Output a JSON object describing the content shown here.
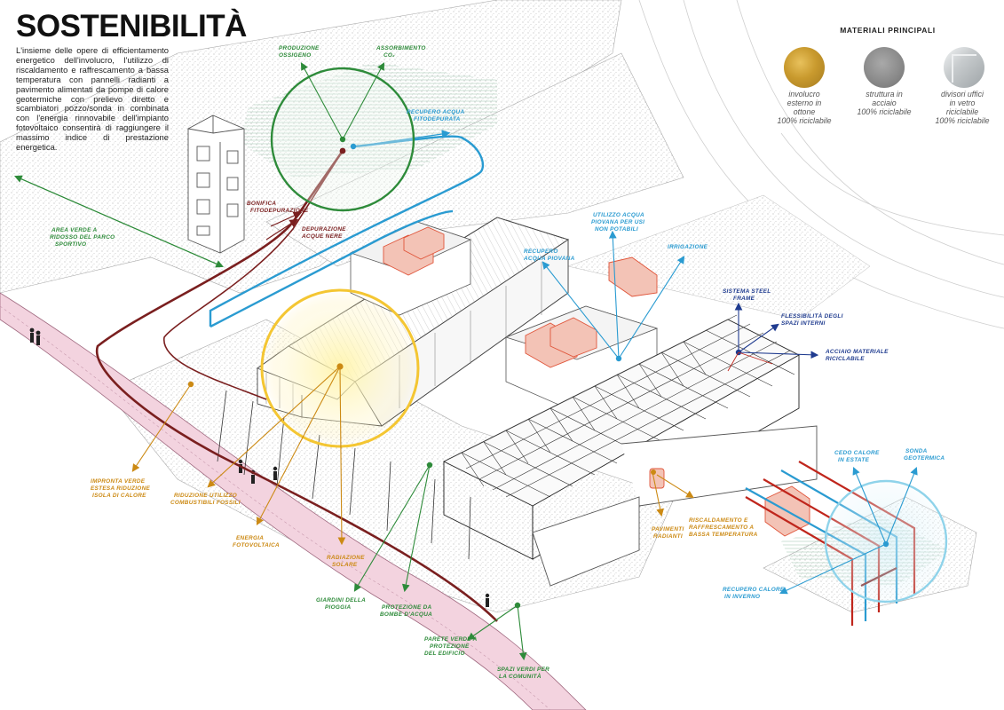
{
  "title": "SOSTENIBILITÀ",
  "intro": "L'insieme delle opere di efficientamento energetico dell'involucro, l'utilizzo di riscaldamento e raffrescamento a bassa temperatura con pannelli radianti a pavimento alimentati da pompe di calore geotermiche con prelievo diretto e scambiatori pozzo/sonda in combinata con l'energia rinnovabile dell'impianto fotovoltaico consentirà di raggiungere il massimo indice di prestazione energetica.",
  "materials": {
    "title": "MATERIALI PRINCIPALI",
    "items": [
      {
        "line1": "involucro",
        "line2": "esterno in",
        "line3": "ottone",
        "line4": "100% riciclabile"
      },
      {
        "line1": "struttura in",
        "line2": "acciaio",
        "line3": "100% riciclabile",
        "line4": ""
      },
      {
        "line1": "divisori uffici",
        "line2": "in vetro",
        "line3": "riciclabile",
        "line4": "100% riciclabile"
      }
    ]
  },
  "colors": {
    "green": "#2e8b3a",
    "orange": "#cc8a14",
    "blue": "#2a9bd1",
    "dark_red": "#7a1f1f",
    "red": "#c0261c",
    "navy": "#1f3b8f",
    "pink_road": "#f3d3df",
    "vehicle": "#e0553a"
  },
  "labels": {
    "produzione": [
      "PRODUZIONE",
      "OSSIGENO"
    ],
    "assorbimento": [
      "ASSORBIMENTO",
      "CO₂"
    ],
    "recupero_fito": [
      "RECUPERO ACQUA",
      "FITODEPURATA"
    ],
    "bonifica": [
      "BONIFICA",
      "FITODEPURAZIONE"
    ],
    "depurazione": [
      "DEPURAZIONE",
      "ACQUE NERE"
    ],
    "area_verde": [
      "AREA VERDE A",
      "RIDOSSO DEL PARCO",
      "SPORTIVO"
    ],
    "utilizzo_acqua": [
      "UTILIZZO ACQUA",
      "PIOVANA PER USI",
      "NON POTABILI"
    ],
    "recupero_piovana": [
      "RECUPERO",
      "ACQUA PIOVANA"
    ],
    "irrigazione": [
      "IRRIGAZIONE"
    ],
    "steel_frame": [
      "SISTEMA STEEL",
      "FRAME"
    ],
    "flessibilita": [
      "FLESSIBILITÀ DEGLI",
      "SPAZI INTERNI"
    ],
    "acciaio": [
      "ACCIAIO MATERIALE",
      "RICICLABILE"
    ],
    "impronta": [
      "IMPRONTA VERDE",
      "ESTESA RIDUZIONE",
      "ISOLA DI CALORE"
    ],
    "riduzione": [
      "RIDUZIONE UTILIZZO",
      "COMBUSTIBILI FOSSILI"
    ],
    "energia": [
      "ENERGIA",
      "FOTOVOLTAICA"
    ],
    "radiazione": [
      "RADIAZIONE",
      "SOLARE"
    ],
    "pavimenti": [
      "PAVIMENTI",
      "RADIANTI"
    ],
    "riscaldamento": [
      "RISCALDAMENTO E",
      "RAFFRESCAMENTO A",
      "BASSA TEMPERATURA"
    ],
    "cedo": [
      "CEDO CALORE",
      "IN ESTATE"
    ],
    "sonda": [
      "SONDA",
      "GEOTERMICA"
    ],
    "recupero_calore": [
      "RECUPERO CALORE",
      "IN INVERNO"
    ],
    "giardini": [
      "GIARDINI DELLA",
      "PIOGGIA"
    ],
    "protezione": [
      "PROTEZIONE DA",
      "BOMBE D'ACQUA"
    ],
    "parete": [
      "PARETE VERDE A",
      "PROTEZIONE",
      "DEL EDIFICIO"
    ],
    "spazi": [
      "SPAZI VERDI PER",
      "LA COMUNITÀ"
    ]
  }
}
